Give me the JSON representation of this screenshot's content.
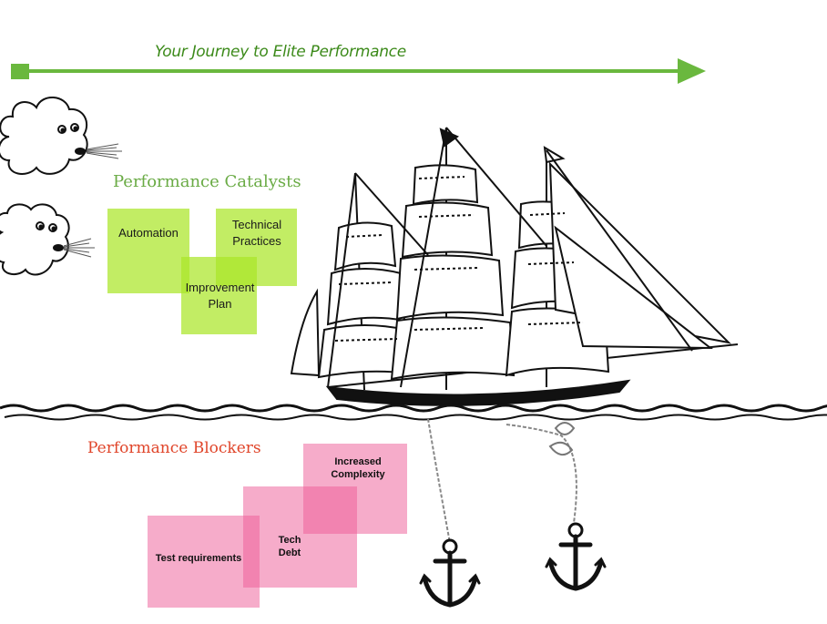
{
  "journey": {
    "title": "Your Journey to Elite Performance",
    "arrow_color": "#6ab83e"
  },
  "catalysts": {
    "title": "Performance Catalysts",
    "color": "#6aab45",
    "items": [
      {
        "label": "Automation"
      },
      {
        "label": "Technical Practices"
      },
      {
        "label": "Improvement Plan"
      }
    ]
  },
  "blockers": {
    "title": "Performance Blockers",
    "color": "#e0452a",
    "items": [
      {
        "label": "Increased Complexity"
      },
      {
        "label": "Tech Debt"
      },
      {
        "label": "Test requirements"
      }
    ]
  },
  "icons": [
    "wind-cloud-icon",
    "ship-icon",
    "anchor-icon",
    "sea-waves-icon"
  ]
}
